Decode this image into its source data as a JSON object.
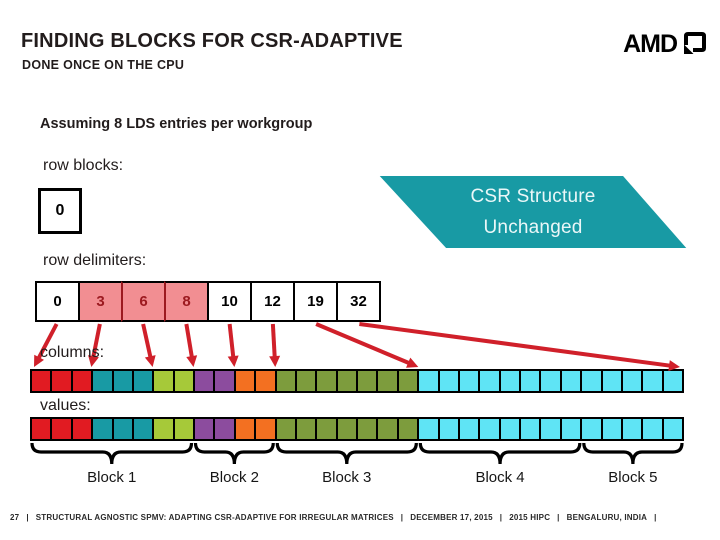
{
  "header": {
    "title": "FINDING BLOCKS FOR CSR-ADAPTIVE",
    "subtitle": "DONE ONCE ON THE CPU",
    "logo_text": "AMD"
  },
  "assumption": "Assuming 8 LDS entries per workgroup",
  "callout": {
    "line1": "CSR Structure",
    "line2": "Unchanged",
    "bg_color": "#189AA4",
    "text_color": "#EAF7F8"
  },
  "row_blocks": {
    "label": "row blocks:",
    "entries": [
      "0"
    ]
  },
  "row_delimiters": {
    "label": "row delimiters:",
    "entries": [
      "0",
      "3",
      "6",
      "8",
      "10",
      "12",
      "19",
      "32"
    ],
    "highlighted_indices": [
      1,
      2,
      3
    ],
    "highlight_bg": "#F28E92",
    "highlight_text": "#9C1A20"
  },
  "columns_label": "columns:",
  "values_label": "values:",
  "cell_groups": [
    {
      "name": "row-1",
      "color": "#E11B22",
      "count": 3
    },
    {
      "name": "row-2",
      "color": "#189AA4",
      "count": 3
    },
    {
      "name": "row-3",
      "color": "#A6C939",
      "count": 2
    },
    {
      "name": "row-4",
      "color": "#8C4C9E",
      "count": 2
    },
    {
      "name": "row-5",
      "color": "#F37021",
      "count": 2
    },
    {
      "name": "row-6",
      "color": "#7D9C3D",
      "count": 7
    },
    {
      "name": "row-7",
      "color": "#5FE4F5",
      "count": 13
    }
  ],
  "arrows": {
    "color": "#D0202A",
    "targets": [
      0,
      3,
      6,
      8,
      10,
      12,
      19,
      32
    ]
  },
  "blocks": {
    "labels": [
      "Block 1",
      "Block 2",
      "Block 3",
      "Block 4",
      "Block 5"
    ],
    "spans": [
      [
        0,
        8
      ],
      [
        8,
        12
      ],
      [
        12,
        19
      ],
      [
        19,
        27
      ],
      [
        27,
        32
      ]
    ]
  },
  "footer": {
    "page": "27",
    "separator": "|",
    "items": [
      "STRUCTURAL AGNOSTIC SPMV: ADAPTING CSR-ADAPTIVE FOR IRREGULAR MATRICES",
      "DECEMBER 17, 2015",
      "2015 HIPC",
      "BENGALURU, INDIA"
    ]
  }
}
